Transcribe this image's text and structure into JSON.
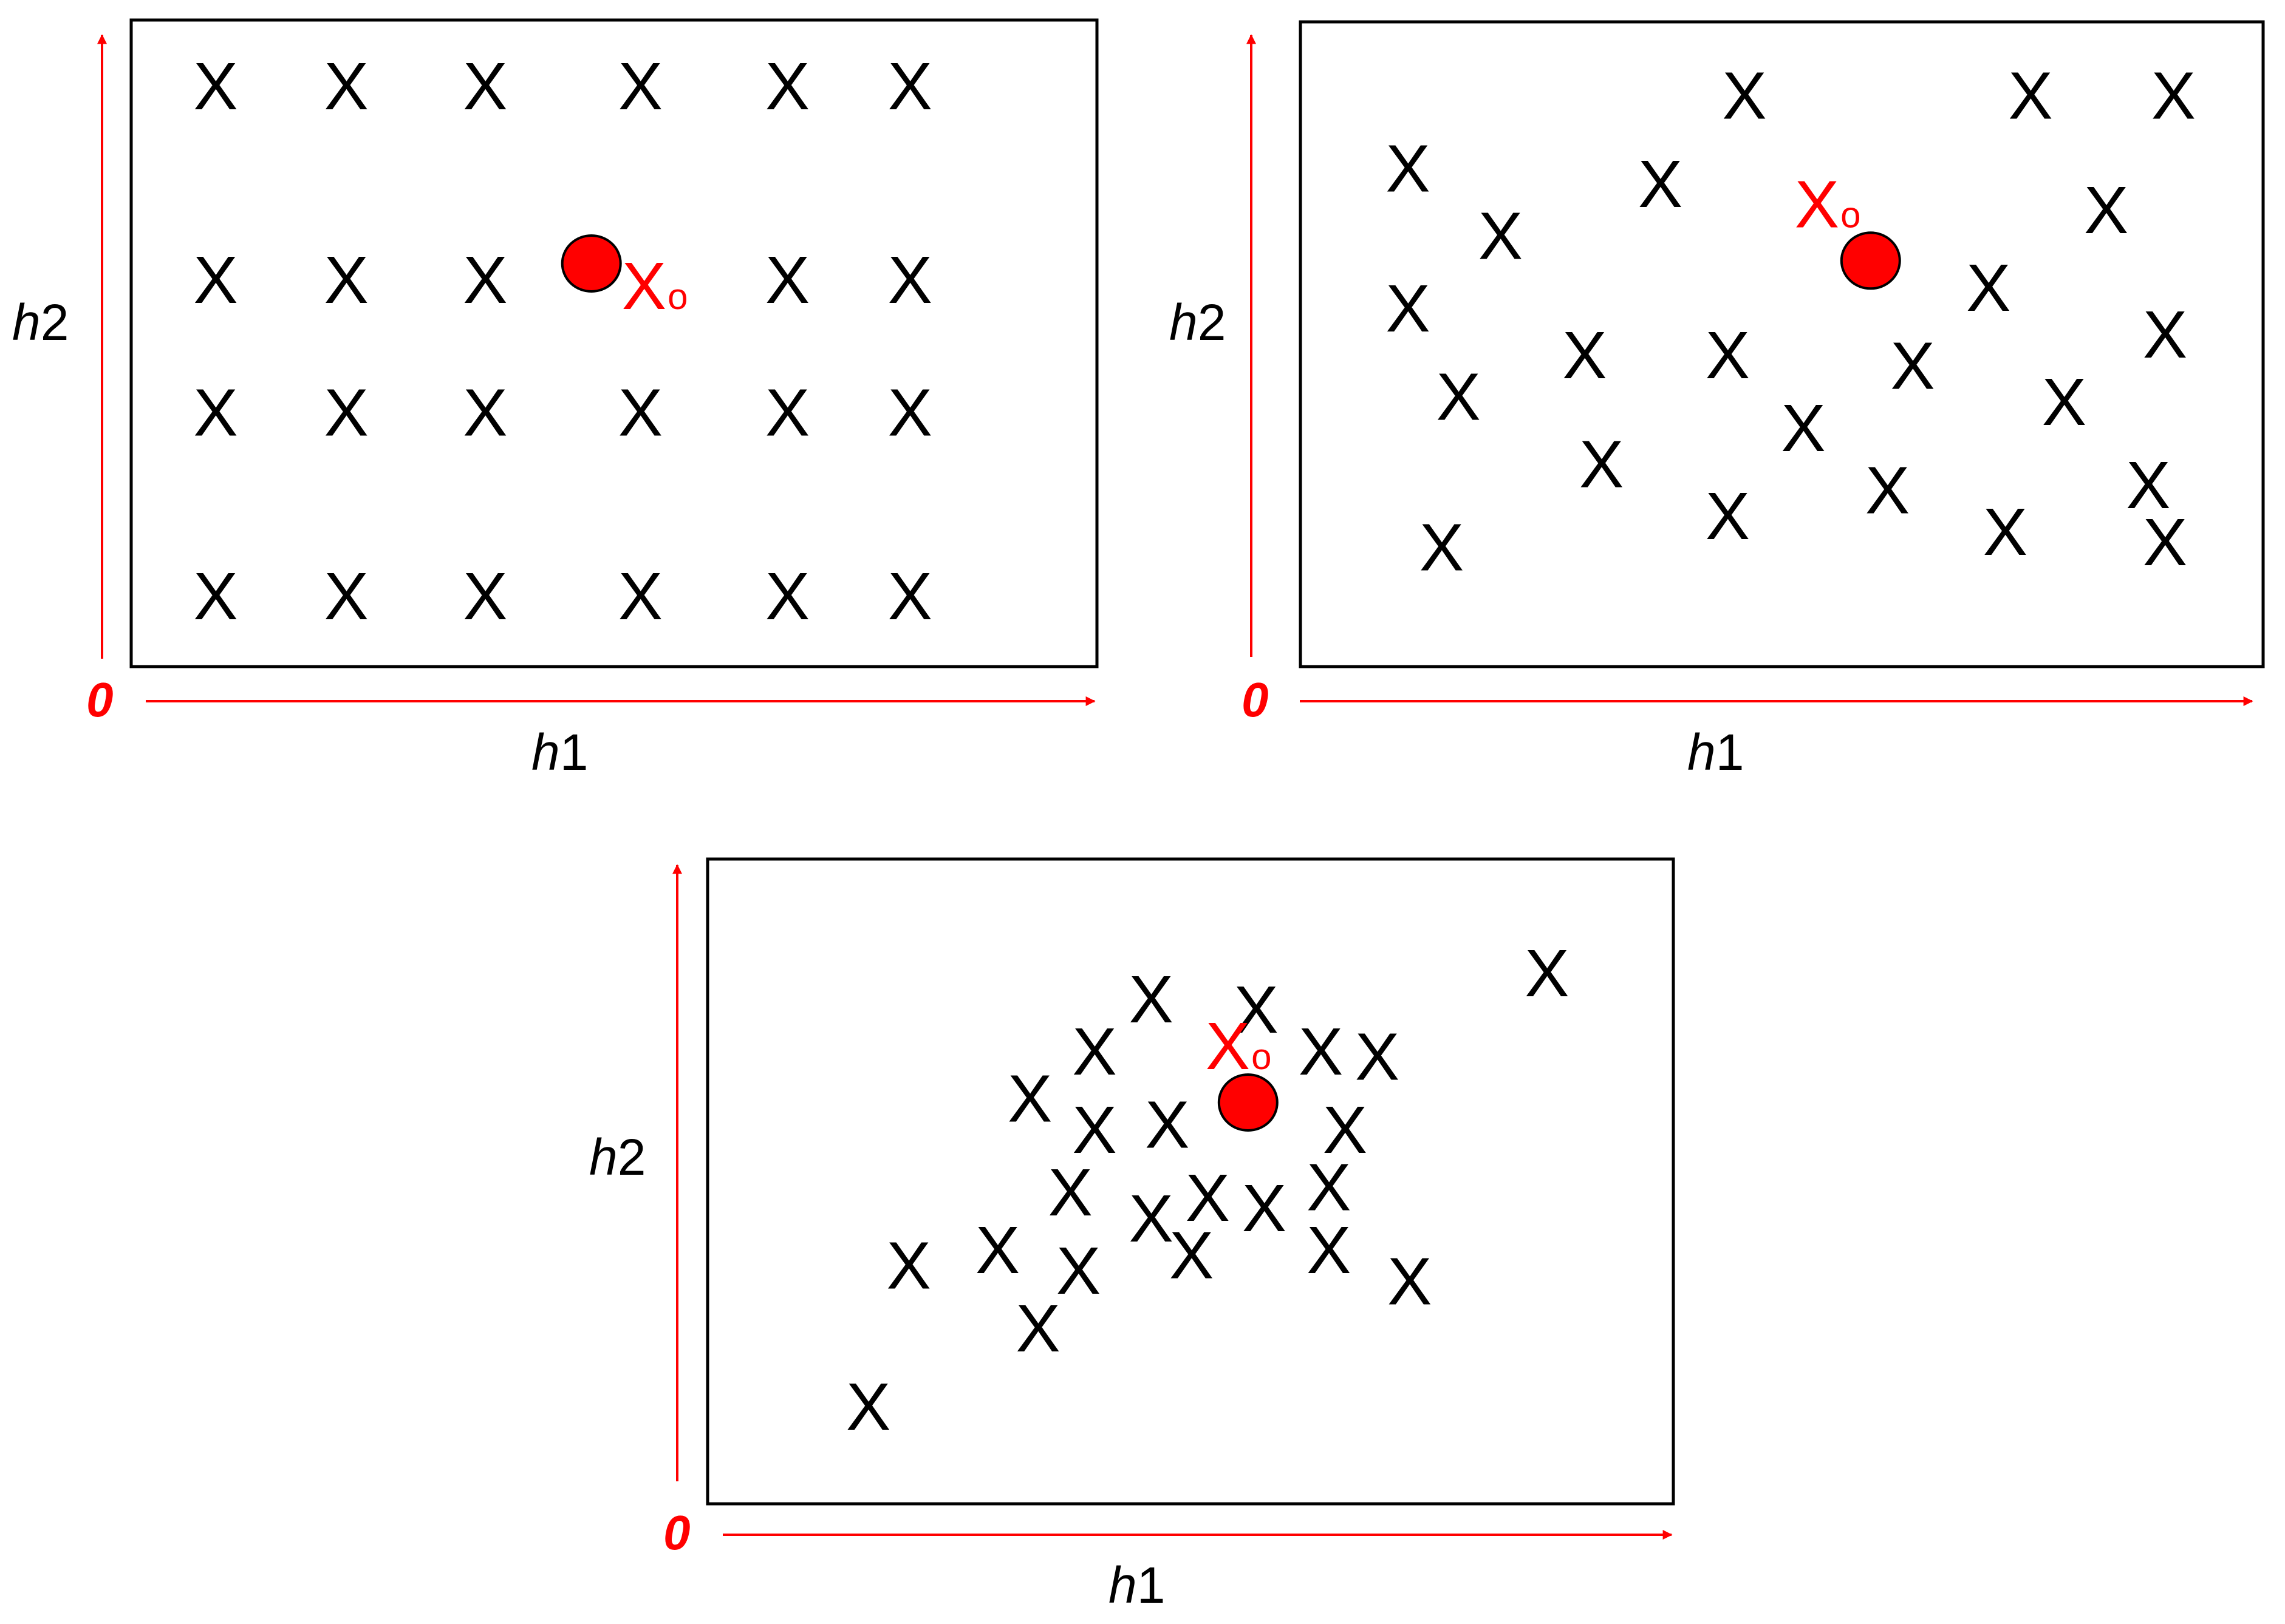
{
  "colors": {
    "frame": "#000000",
    "axis": "#ff0000",
    "point": "#ff0000",
    "mark": "#000000"
  },
  "axes": {
    "x_label_var": "h",
    "x_label_idx": "1",
    "y_label_var": "h",
    "y_label_idx": "2",
    "origin": "0"
  },
  "mark_glyph": "X",
  "target": {
    "main": "X",
    "sub": "o"
  },
  "panels": [
    {
      "name": "panel-grid",
      "points": [
        [
          0.0,
          1.0
        ],
        [
          0.16,
          1.0
        ],
        [
          0.33,
          1.0
        ],
        [
          0.52,
          1.0
        ],
        [
          0.7,
          1.0
        ],
        [
          0.85,
          1.0
        ],
        [
          0.0,
          0.62
        ],
        [
          0.16,
          0.62
        ],
        [
          0.33,
          0.62
        ],
        [
          0.7,
          0.62
        ],
        [
          0.85,
          0.62
        ],
        [
          0.0,
          0.36
        ],
        [
          0.16,
          0.36
        ],
        [
          0.33,
          0.36
        ],
        [
          0.52,
          0.36
        ],
        [
          0.7,
          0.36
        ],
        [
          0.85,
          0.36
        ],
        [
          0.0,
          0.0
        ],
        [
          0.16,
          0.0
        ],
        [
          0.33,
          0.0
        ],
        [
          0.52,
          0.0
        ],
        [
          0.7,
          0.0
        ],
        [
          0.85,
          0.0
        ]
      ],
      "target_point": [
        0.46,
        0.65
      ]
    },
    {
      "name": "panel-random",
      "points": [
        [
          0.06,
          0.83
        ],
        [
          0.17,
          0.7
        ],
        [
          0.36,
          0.8
        ],
        [
          0.46,
          0.97
        ],
        [
          0.8,
          0.97
        ],
        [
          0.97,
          0.97
        ],
        [
          0.89,
          0.75
        ],
        [
          0.75,
          0.6
        ],
        [
          0.06,
          0.56
        ],
        [
          0.27,
          0.47
        ],
        [
          0.44,
          0.47
        ],
        [
          0.66,
          0.45
        ],
        [
          0.96,
          0.51
        ],
        [
          0.12,
          0.39
        ],
        [
          0.53,
          0.33
        ],
        [
          0.84,
          0.38
        ],
        [
          0.29,
          0.26
        ],
        [
          0.63,
          0.21
        ],
        [
          0.94,
          0.22
        ],
        [
          0.1,
          0.1
        ],
        [
          0.44,
          0.16
        ],
        [
          0.77,
          0.13
        ],
        [
          0.96,
          0.11
        ]
      ],
      "target_point": [
        0.61,
        0.65
      ]
    },
    {
      "name": "panel-clustered",
      "points": [
        [
          0.93,
          0.9
        ],
        [
          0.44,
          0.85
        ],
        [
          0.57,
          0.83
        ],
        [
          0.37,
          0.75
        ],
        [
          0.65,
          0.75
        ],
        [
          0.72,
          0.74
        ],
        [
          0.29,
          0.66
        ],
        [
          0.37,
          0.6
        ],
        [
          0.46,
          0.61
        ],
        [
          0.68,
          0.6
        ],
        [
          0.34,
          0.48
        ],
        [
          0.66,
          0.49
        ],
        [
          0.44,
          0.43
        ],
        [
          0.51,
          0.47
        ],
        [
          0.58,
          0.45
        ],
        [
          0.25,
          0.37
        ],
        [
          0.35,
          0.33
        ],
        [
          0.49,
          0.36
        ],
        [
          0.66,
          0.37
        ],
        [
          0.14,
          0.34
        ],
        [
          0.76,
          0.31
        ],
        [
          0.3,
          0.22
        ],
        [
          0.09,
          0.07
        ]
      ],
      "target_point": [
        0.56,
        0.65
      ]
    }
  ]
}
